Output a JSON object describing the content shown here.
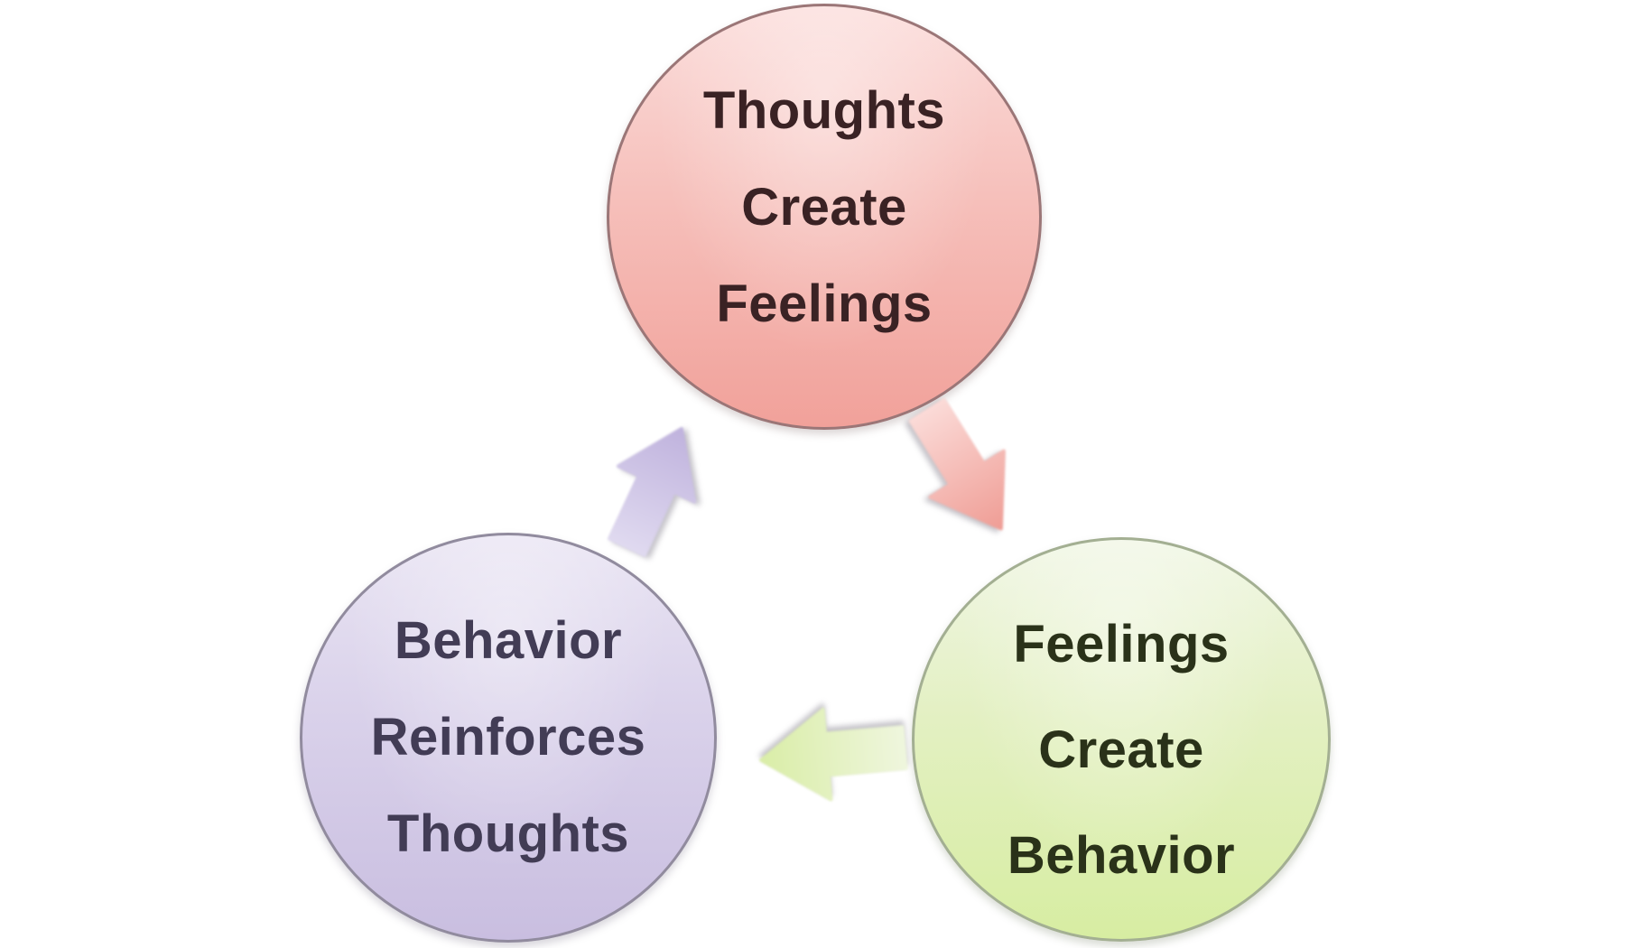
{
  "diagram": {
    "type": "cycle",
    "background_color": "#ffffff",
    "nodes": [
      {
        "id": "thoughts-create-feelings",
        "position": "top",
        "label_lines": [
          "Thoughts",
          "Create",
          "Feelings"
        ],
        "fill_light": "#fbdcda",
        "fill_dark": "#f1a19a",
        "border_color": "#9b7677",
        "text_color": "#3a2224"
      },
      {
        "id": "feelings-create-behavior",
        "position": "bottom-right",
        "label_lines": [
          "Feelings",
          "Create",
          "Behavior"
        ],
        "fill_light": "#f0f6e4",
        "fill_dark": "#d7eda2",
        "border_color": "#a3af92",
        "text_color": "#2a3219"
      },
      {
        "id": "behavior-reinforces-thoughts",
        "position": "bottom-left",
        "label_lines": [
          "Behavior",
          "Reinforces",
          "Thoughts"
        ],
        "fill_light": "#e9e4f3",
        "fill_dark": "#c9bee0",
        "border_color": "#918b9e",
        "text_color": "#423c55"
      }
    ],
    "arrows": [
      {
        "id": "thoughts-to-feelings",
        "from": "thoughts-create-feelings",
        "to": "feelings-create-behavior",
        "direction": "down-right",
        "color_light": "#fbdbd8",
        "color_dark": "#ef9c94"
      },
      {
        "id": "feelings-to-behavior",
        "from": "feelings-create-behavior",
        "to": "behavior-reinforces-thoughts",
        "direction": "left",
        "color_light": "#eff6de",
        "color_dark": "#d9eda6"
      },
      {
        "id": "behavior-to-thoughts",
        "from": "behavior-reinforces-thoughts",
        "to": "thoughts-create-feelings",
        "direction": "up-right",
        "color_light": "#e0daf0",
        "color_dark": "#bfb2dd"
      }
    ]
  }
}
